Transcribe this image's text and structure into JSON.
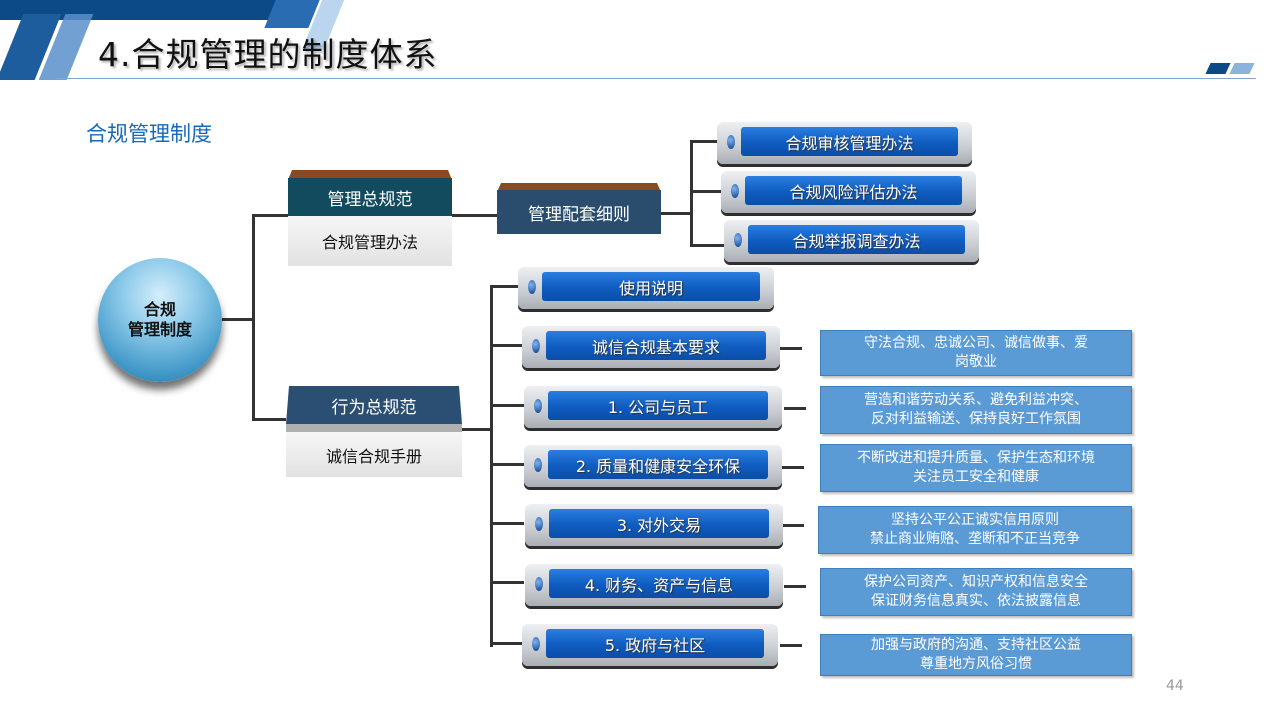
{
  "header": {
    "title": "4.合规管理的制度体系",
    "colors": {
      "brand_dark": "#0b4a86",
      "brand_light": "#8cb3db"
    }
  },
  "section_title": "合规管理制度",
  "page_number": "44",
  "root": {
    "label": "合规\n管理制度"
  },
  "management": {
    "header": "管理总规范",
    "body": "合规管理办法",
    "detail": "管理配套细则",
    "items": [
      "合规审核管理办法",
      "合规风险评估办法",
      "合规举报调查办法"
    ]
  },
  "conduct": {
    "header": "行为总规范",
    "body": "诚信合规手册",
    "items": [
      {
        "label": "使用说明",
        "desc": null
      },
      {
        "label": "诚信合规基本要求",
        "desc": "守法合规、忠诚公司、诚信做事、爱\n岗敬业"
      },
      {
        "label": "1. 公司与员工",
        "desc": "营造和谐劳动关系、避免利益冲突、\n反对利益输送、保持良好工作氛围"
      },
      {
        "label": "2. 质量和健康安全环保",
        "desc": "不断改进和提升质量、保护生态和环境\n关注员工安全和健康"
      },
      {
        "label": "3. 对外交易",
        "desc": "坚持公平公正诚实信用原则\n禁止商业贿赂、垄断和不正当竞争"
      },
      {
        "label": "4. 财务、资产与信息",
        "desc": "保护公司资产、知识产权和信息安全\n保证财务信息真实、依法披露信息"
      },
      {
        "label": "5. 政府与社区",
        "desc": "加强与政府的沟通、支持社区公益\n尊重地方风俗习惯"
      }
    ]
  }
}
